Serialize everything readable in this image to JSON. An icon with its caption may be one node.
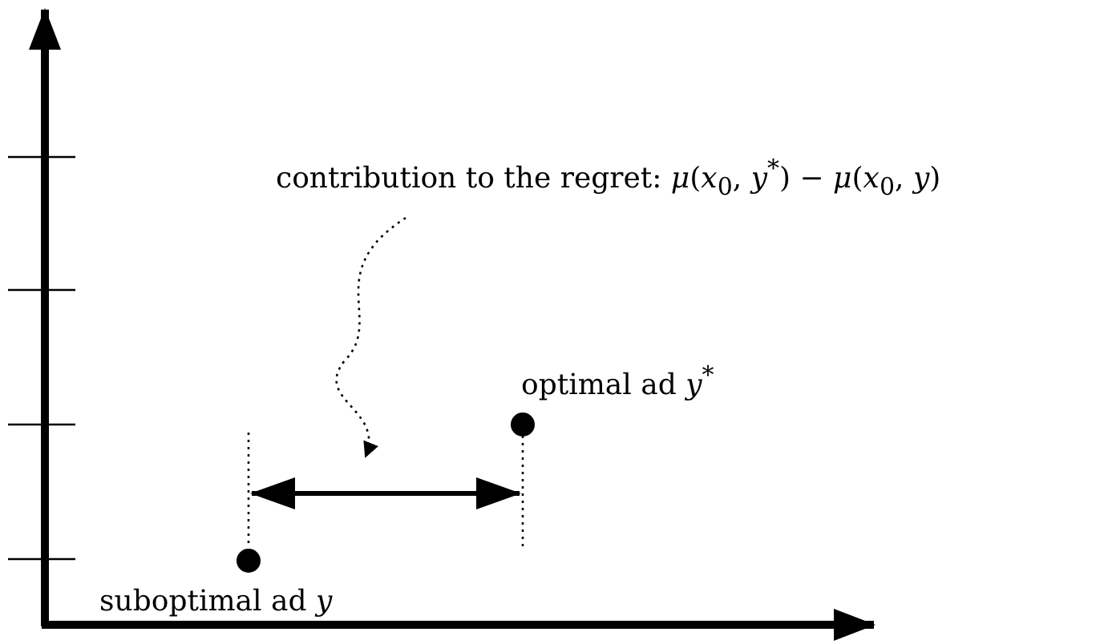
{
  "diagram": {
    "nodes": [
      {
        "text": [
          "contribution to the regret: *μ*(*x*$_{0}$, *y*$^{*}$) − *μ*(*x*$_{0}$, *y*)"
        ]
      },
      {
        "text": [],
        "shape": "circle",
        "beside": [
          "optimal ad *y*$^{*}$"
        ]
      },
      {
        "text": [],
        "shape": "circle",
        "beside": [
          "suboptimal ad *y*"
        ]
      }
    ],
    "edges": [
      {
        "from": 0,
        "to": null,
        "arrow": "to",
        "style": "dashed"
      },
      {
        "from": 2,
        "to": 1,
        "arrow": "both",
        "style": "thick"
      }
    ]
  }
}
